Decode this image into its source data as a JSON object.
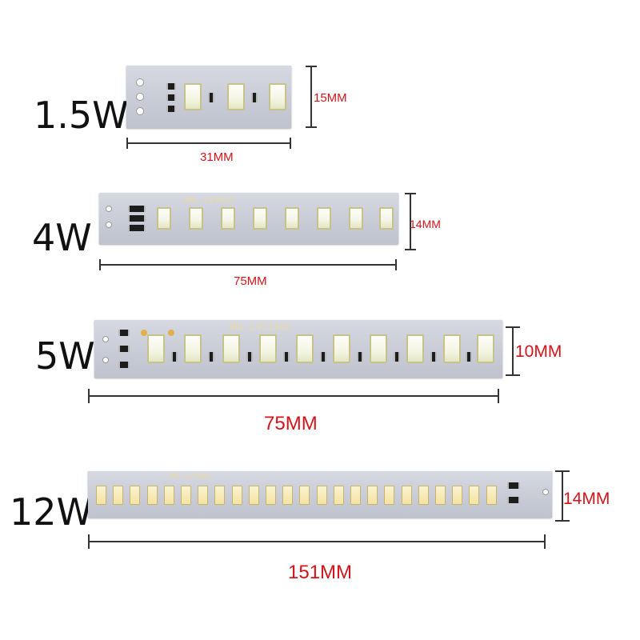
{
  "strips": [
    {
      "power": "1.5W",
      "height_label": "15MM",
      "length_label": "31MM"
    },
    {
      "power": "4W",
      "height_label": "14MM",
      "length_label": "75MM",
      "silkscreen": "JML-LV9837"
    },
    {
      "power": "5W",
      "height_label": "10MM",
      "length_label": "75MM",
      "silkscreen": "JML-LV21392"
    },
    {
      "power": "12W",
      "height_label": "14MM",
      "length_label": "151MM",
      "silkscreen": "JML-LV9802"
    }
  ],
  "colors": {
    "dimension_text": "#d3141a",
    "board": "#c9ccd6",
    "led": "#f4f6e4"
  }
}
